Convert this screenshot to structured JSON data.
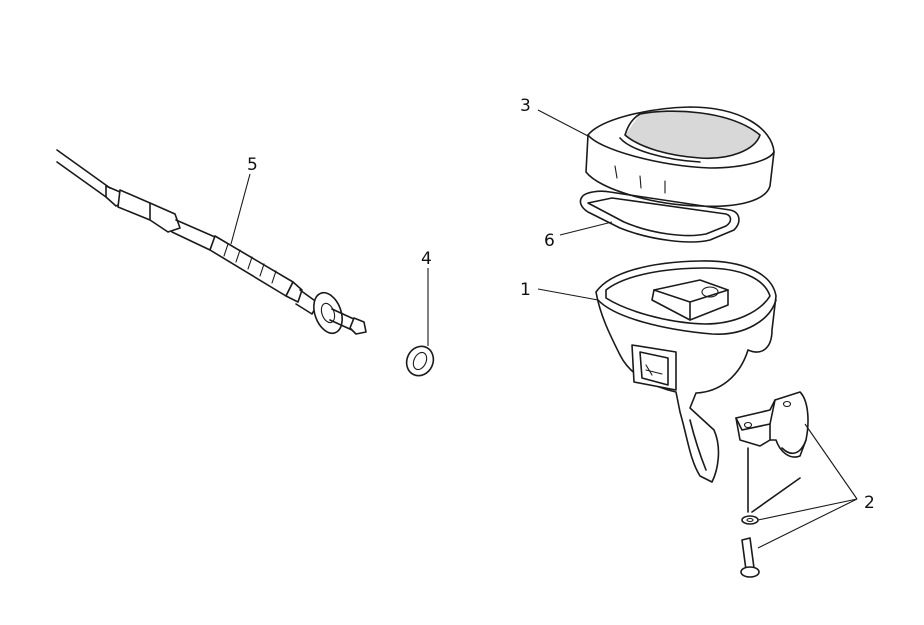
{
  "callouts": {
    "housing": "1",
    "clamp_hardware": "2",
    "cover": "3",
    "washer": "4",
    "cable": "5",
    "gasket": "6"
  },
  "colors": {
    "line": "#1a1a1a",
    "background": "#ffffff"
  }
}
